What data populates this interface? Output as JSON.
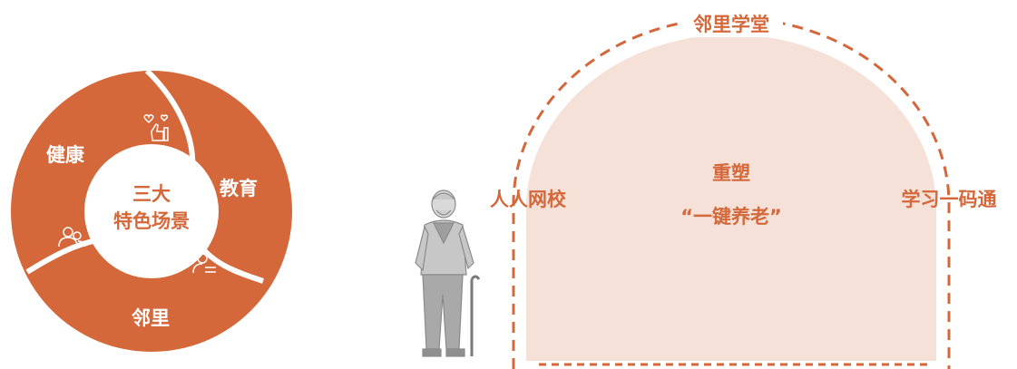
{
  "left_diagram": {
    "center_line1": "三大",
    "center_line2": "特色场景",
    "segments": [
      {
        "label": "健康",
        "icon": "users-icon"
      },
      {
        "label": "教育",
        "icon": "thumbs-up-heart-icon"
      },
      {
        "label": "邻里",
        "icon": "person-list-icon"
      }
    ]
  },
  "right_diagram": {
    "top_label": "邻里学堂",
    "left_label": "人人网校",
    "right_label": "学习一码通",
    "center_line1": "重塑",
    "center_line2": "“一键养老”",
    "figure": "elderly-man-with-cane-icon"
  },
  "colors": {
    "accent": "#d4683a",
    "fill_light": "#f5e1d8",
    "figure_gray": "#b3b3b3"
  }
}
